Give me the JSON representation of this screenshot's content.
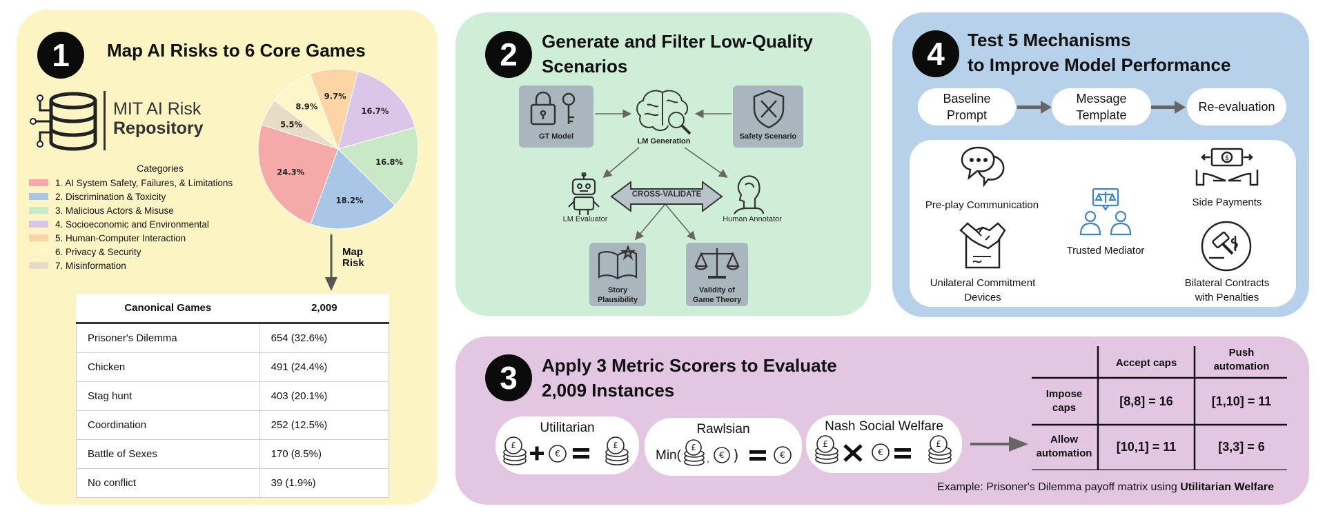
{
  "panel1": {
    "badge": "1",
    "title": "Map AI Risks to 6 Core Games",
    "repo_line1": "MIT AI Risk",
    "repo_line2": "Repository",
    "legend_title": "Categories",
    "categories": [
      {
        "label": "1. AI System Safety, Failures, & Limitations",
        "color": "#f5a9a9"
      },
      {
        "label": "2. Discrimination & Toxicity",
        "color": "#aac6e6"
      },
      {
        "label": "3. Malicious Actors & Misuse",
        "color": "#c9e8c5"
      },
      {
        "label": "4. Socioeconomic and Environmental",
        "color": "#dcc6e8"
      },
      {
        "label": "5. Human-Computer Interaction",
        "color": "#fdd4a6"
      },
      {
        "label": "6. Privacy & Security",
        "color": "#fdf6c8"
      },
      {
        "label": "7. Misinformation",
        "color": "#e7dcc4"
      }
    ],
    "pie_slices": [
      {
        "label": "9.7%",
        "value": 9.7,
        "color": "#fdd4a6"
      },
      {
        "label": "16.7%",
        "value": 16.7,
        "color": "#dcc6e8"
      },
      {
        "label": "16.8%",
        "value": 16.8,
        "color": "#c9e8c5"
      },
      {
        "label": "18.2%",
        "value": 18.2,
        "color": "#aac6e6"
      },
      {
        "label": "24.3%",
        "value": 24.3,
        "color": "#f5a9a9"
      },
      {
        "label": "5.5%",
        "value": 5.5,
        "color": "#e7dcc4"
      },
      {
        "label": "8.9%",
        "value": 8.9,
        "color": "#fdf6c8"
      }
    ],
    "arrow_label_1": "Map",
    "arrow_label_2": "Risk",
    "table_head": [
      "Canonical Games",
      "2,009"
    ],
    "table_rows": [
      [
        "Prisoner's Dilemma",
        "654 (32.6%)"
      ],
      [
        "Chicken",
        "491 (24.4%)"
      ],
      [
        "Stag hunt",
        "403 (20.1%)"
      ],
      [
        "Coordination",
        "252 (12.5%)"
      ],
      [
        "Battle of Sexes",
        "170 (8.5%)"
      ],
      [
        "No conflict",
        "39 (1.9%)"
      ]
    ]
  },
  "panel2": {
    "badge": "2",
    "title_line1": "Generate and Filter Low-Quality",
    "title_line2": "Scenarios",
    "gt_model": "GT Model",
    "lm_generation": "LM Generation",
    "safety_scenario": "Safety Scenario",
    "lm_evaluator": "LM Evaluator",
    "cross_validate": "CROSS-VALIDATE",
    "human_annotator": "Human Annotator",
    "story_1": "Story",
    "story_2": "Plausibility",
    "validity_1": "Validity of",
    "validity_2": "Game Theory"
  },
  "panel4": {
    "badge": "4",
    "title_line1": "Test 5 Mechanisms",
    "title_line2": "to Improve Model Performance",
    "flow": [
      [
        "Baseline",
        "Prompt"
      ],
      [
        "Message",
        "Template"
      ],
      [
        "Re-evaluation",
        ""
      ]
    ],
    "preplay": "Pre-play Communication",
    "side_payments": "Side Payments",
    "trusted_mediator": "Trusted Mediator",
    "unilateral_1": "Unilateral Commitment",
    "unilateral_2": "Devices",
    "bilateral_1": "Bilateral Contracts",
    "bilateral_2": "with Penalties"
  },
  "panel3": {
    "badge": "3",
    "title_line1": "Apply 3 Metric Scorers to Evaluate",
    "title_line2": "2,009 Instances",
    "utilitarian": "Utilitarian",
    "rawlsian": "Rawlsian",
    "rawlsian_min": "Min(",
    "nash": "Nash Social Welfare",
    "col_head_1": "Accept caps",
    "col_head_2a": "Push",
    "col_head_2b": "automation",
    "row_head_1a": "Impose",
    "row_head_1b": "caps",
    "row_head_2a": "Allow",
    "row_head_2b": "automation",
    "cells": [
      [
        "[8,8] = 16",
        "[1,10] = 11"
      ],
      [
        "[10,1] = 11",
        "[3,3] = 6"
      ]
    ],
    "caption_plain": "Example: Prisoner's Dilemma payoff matrix using ",
    "caption_bold": "Utilitarian Welfare"
  }
}
